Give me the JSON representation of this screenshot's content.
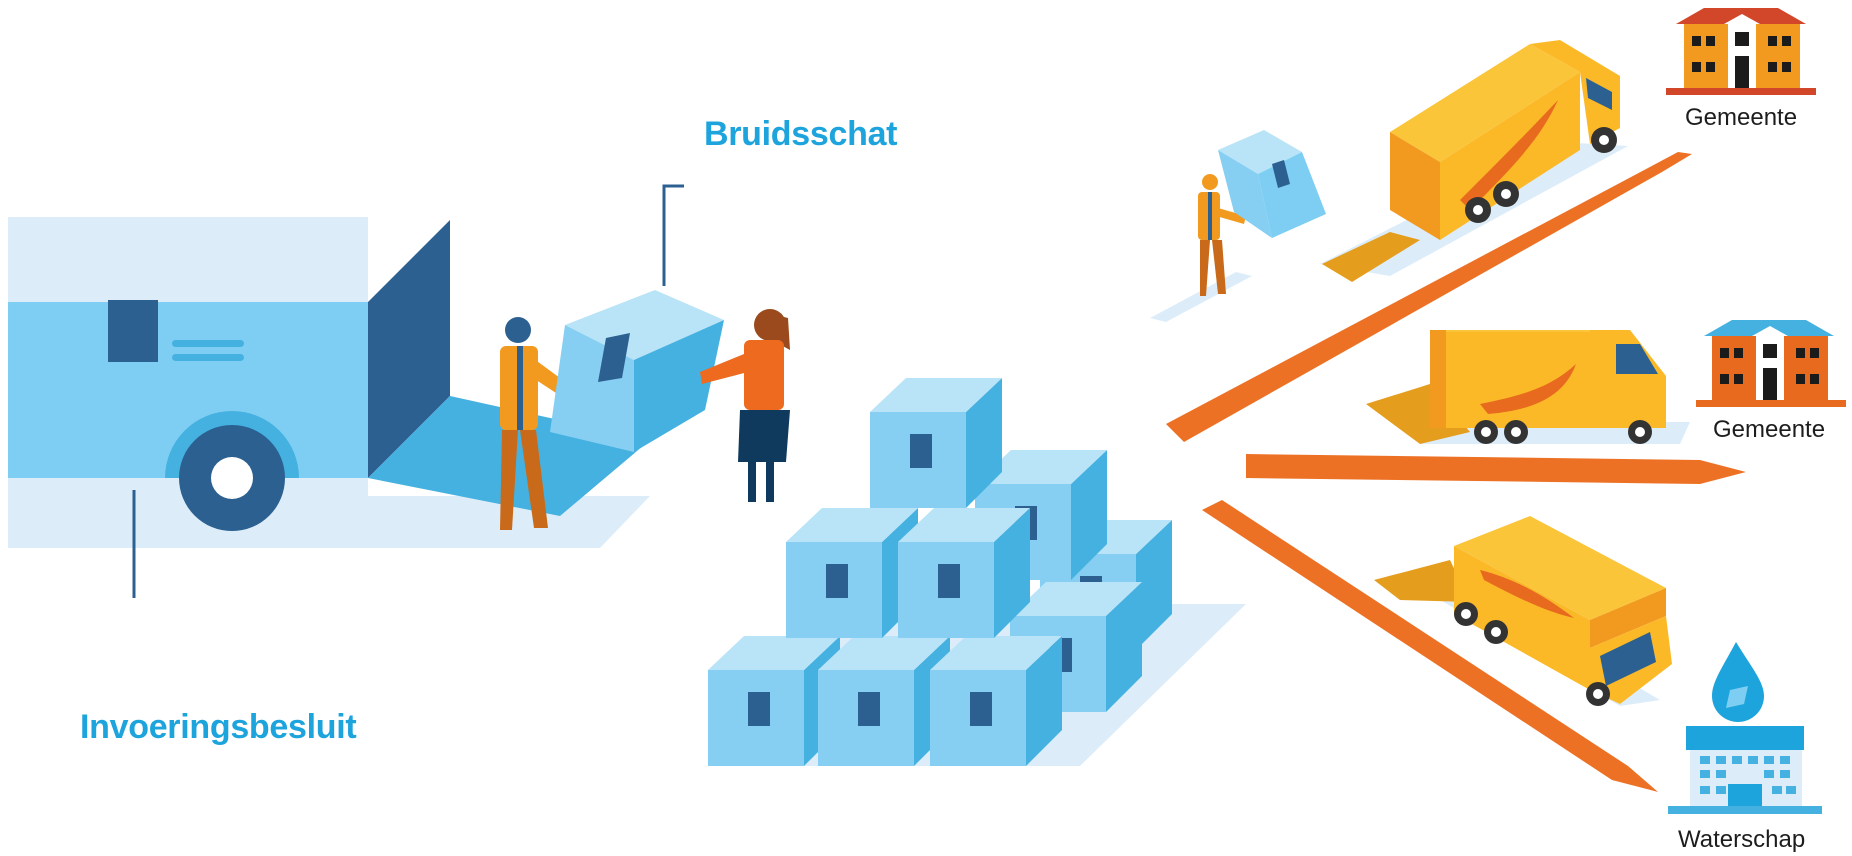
{
  "labels": {
    "bruidsschat": "Bruidsschat",
    "invoeringsbesluit": "Invoeringsbesluit",
    "gemeente_1": "Gemeente",
    "gemeente_2": "Gemeente",
    "waterschap": "Waterschap"
  },
  "colors": {
    "label_blue": "#1ea4dd",
    "truck_light_blue": "#7ecef3",
    "truck_dark_blue": "#2b6090",
    "box_light": "#86cff2",
    "box_mid": "#45b1e0",
    "shadow_blue": "#dcedf9",
    "arrow_orange": "#ed7124",
    "truck_yellow": "#fbb928",
    "truck_orange": "#f29a1f",
    "building_orange": "#f29a1f",
    "building_roof_red": "#d2462a",
    "building_roof_blue": "#45b1e0"
  },
  "icons": [
    "moving-truck-icon",
    "box-icon",
    "person-icon",
    "delivery-truck-icon",
    "arrow-icon",
    "town-hall-icon",
    "water-drop-icon",
    "water-board-building-icon"
  ]
}
